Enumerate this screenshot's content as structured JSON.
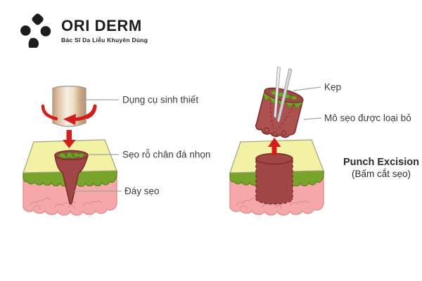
{
  "brand": {
    "name": "ORI DERM",
    "tagline": "Bác Sĩ Da Liễu Khuyên Dùng",
    "logo_icon": "four-petal-clover-mark",
    "logo_color": "#1c1c1c"
  },
  "left_diagram": {
    "description": "punch biopsy tool rotating above skin cross-section with ice-pick scar",
    "labels": {
      "tool": "Dụng cụ sinh thiết",
      "scar": "Sẹo rỗ chân đá nhọn",
      "scar_base": "Đáy sẹo"
    }
  },
  "right_diagram": {
    "description": "tweezers lifting excised scar tissue plug out of skin leaving cylindrical hole",
    "labels": {
      "tweezers": "Kẹp",
      "removed_tissue": "Mô sẹo được loại bỏ"
    },
    "title": "Punch Excision",
    "subtitle": "(Bấm cắt sẹo)"
  },
  "colors": {
    "skin_surface_yellow": "#f2f1a4",
    "epidermis_green": "#78a42b",
    "dermis_pink": "#f6a8a8",
    "scar_red": "#a04646",
    "scar_outline": "#7b2b2b",
    "arrow_red": "#d41d1d",
    "tool_tan": "#e8d3ba",
    "tweezers_silver": "#d9d9d9",
    "leader_line_gray": "#a3a3a3",
    "label_text": "#3a3a3a"
  }
}
